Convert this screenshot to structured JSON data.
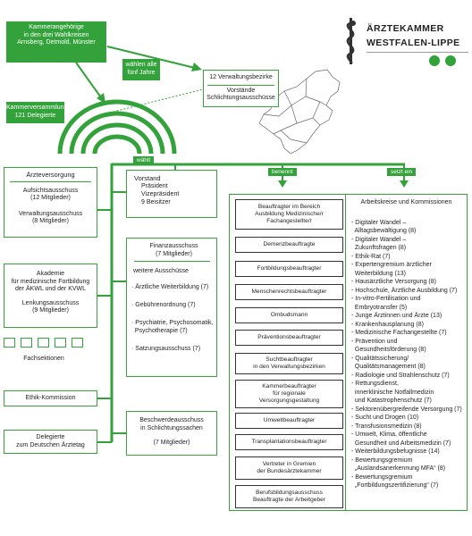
{
  "logo": {
    "line1": "ÄRZTEKAMMER",
    "line2": "WESTFALEN-LIPPE"
  },
  "top": {
    "members_lines": [
      "Kammerangehörige",
      "in den drei Wahlkreisen",
      "Arnsberg, Detmold, Münster"
    ],
    "elects_label_lines": [
      "wählen alle",
      "fünf Jahre"
    ],
    "assembly_lines": [
      "Kammerversammlung",
      "121 Delegierte"
    ],
    "districts_title": "12 Verwaltungsbezirke",
    "districts_sub_lines": [
      "Vorstände",
      "Schlichtungsausschüsse"
    ]
  },
  "tabs": {
    "elects": "wählt",
    "appoints": "benennt",
    "establishes": "setzt ein"
  },
  "left": {
    "pension": {
      "title": "Ärzteversorgung",
      "supervisory_lines": [
        "Aufsichtsausschuss",
        "(12 Mitglieder)"
      ],
      "admin_lines": [
        "Verwaltungsausschuss",
        "(8 Mitglieder)"
      ]
    },
    "academy": {
      "title_lines": [
        "Akademie",
        "für medizinische Fortbildung",
        "der ÄKWL und der KVWL"
      ],
      "steering_lines": [
        "Lenkungsausschuss",
        "(9 Mitglieder)"
      ]
    },
    "sections_label": "Fachsektionen",
    "ethics": "Ethik-Kommission",
    "delegates_lines": [
      "Delegierte",
      "zum Deutschen Ärztetag"
    ]
  },
  "center": {
    "board_lines": [
      "Vorstand",
      "Präsident",
      "Vizepräsident",
      "9 Beisitzer"
    ],
    "finance_lines": [
      "Finanzausschuss",
      "(7 Mitglieder)"
    ],
    "further_label": "weitere Ausschüsse",
    "committees": [
      [
        "· Ärztliche Weiterbildung (7)"
      ],
      [
        "· Gebührenordnung (7)"
      ],
      [
        "· Psychiatrie, Psychosomatik,",
        "  Psychotherapie (7)"
      ],
      [
        "· Satzungsausschuss (7)"
      ]
    ],
    "complaints_lines": [
      "Beschwerdeausschuss",
      "in Schlichtungssachen"
    ],
    "complaints_members": "(7 Mitglieder)"
  },
  "commissioners": [
    [
      "Beauftragter im Bereich",
      "Ausbildung Medizinische/r",
      "Fachangestellte/r"
    ],
    [
      "Demenzbeauftragte"
    ],
    [
      "Fortbildungsbeauftragter"
    ],
    [
      "Menschenrechtsbeauftragter"
    ],
    [
      "Ombudsmann"
    ],
    [
      "Präventionsbeauftragter"
    ],
    [
      "Suchtbeauftragter",
      "in den Verwaltungsbezirken"
    ],
    [
      "Kammerbeauftragter",
      "für regionale",
      "Versorgungsgestaltung"
    ],
    [
      "Umweltbeauftragter"
    ],
    [
      "Transplantationsbeauftragter"
    ],
    [
      "Vertreter in Gremien",
      "der Bundesärztekammer"
    ],
    [
      "Berufsbildungsausschuss",
      "Beauftragte der Arbeitgeber"
    ]
  ],
  "working_groups": {
    "title": "Arbeitskreise und Kommissionen",
    "items": [
      "- Digitaler Wandel –",
      "  Alltagsbewältigung (8)",
      "- Digitaler Wandel –",
      "  Zukunftsfragen (8)",
      "- Ethik-Rat (7)",
      "- Expertengremium ärztlicher",
      "  Weiterbildung (13)",
      "- Hausärztliche Versorgung (8)",
      "- Hochschule, Ärztliche Ausbildung (7)",
      "- In-vitro-Fertilisation und",
      "  Embryotransfer (5)",
      "- Junge Ärztinnen und Ärzte (13)",
      "- Krankenhausplanung (8)",
      "- Medizinische Fachangestellte (7)",
      "- Prävention und",
      "  Gesundheitsförderung (8)",
      "- Qualitätssicherung/",
      "  Qualitätsmanagement (8)",
      "- Radiologie und Strahlenschutz (7)",
      "- Rettungsdienst,",
      "  innerklinische Notfallmedizin",
      "  und Katastrophenschutz (7)",
      "- Sektorenübergreifende Versorgung (7)",
      "- Sucht und Drogen (10)",
      "- Transfusionsmedizin (8)",
      "- Umwelt, Klima, öffentliche",
      "  Gesundheit und Arbeitsmedizin (7)",
      "- Weiterbildungsbefugnisse (14)",
      "- Bewertungsgremium",
      "  „Auslandsanerkennung MFA“ (8)",
      "- Bewertungsgremium",
      "  „Fortbildungszertifizierung“ (7)"
    ]
  },
  "colors": {
    "green": "#33a23a",
    "line": "#37a33b",
    "dark": "#1f1f1f"
  }
}
